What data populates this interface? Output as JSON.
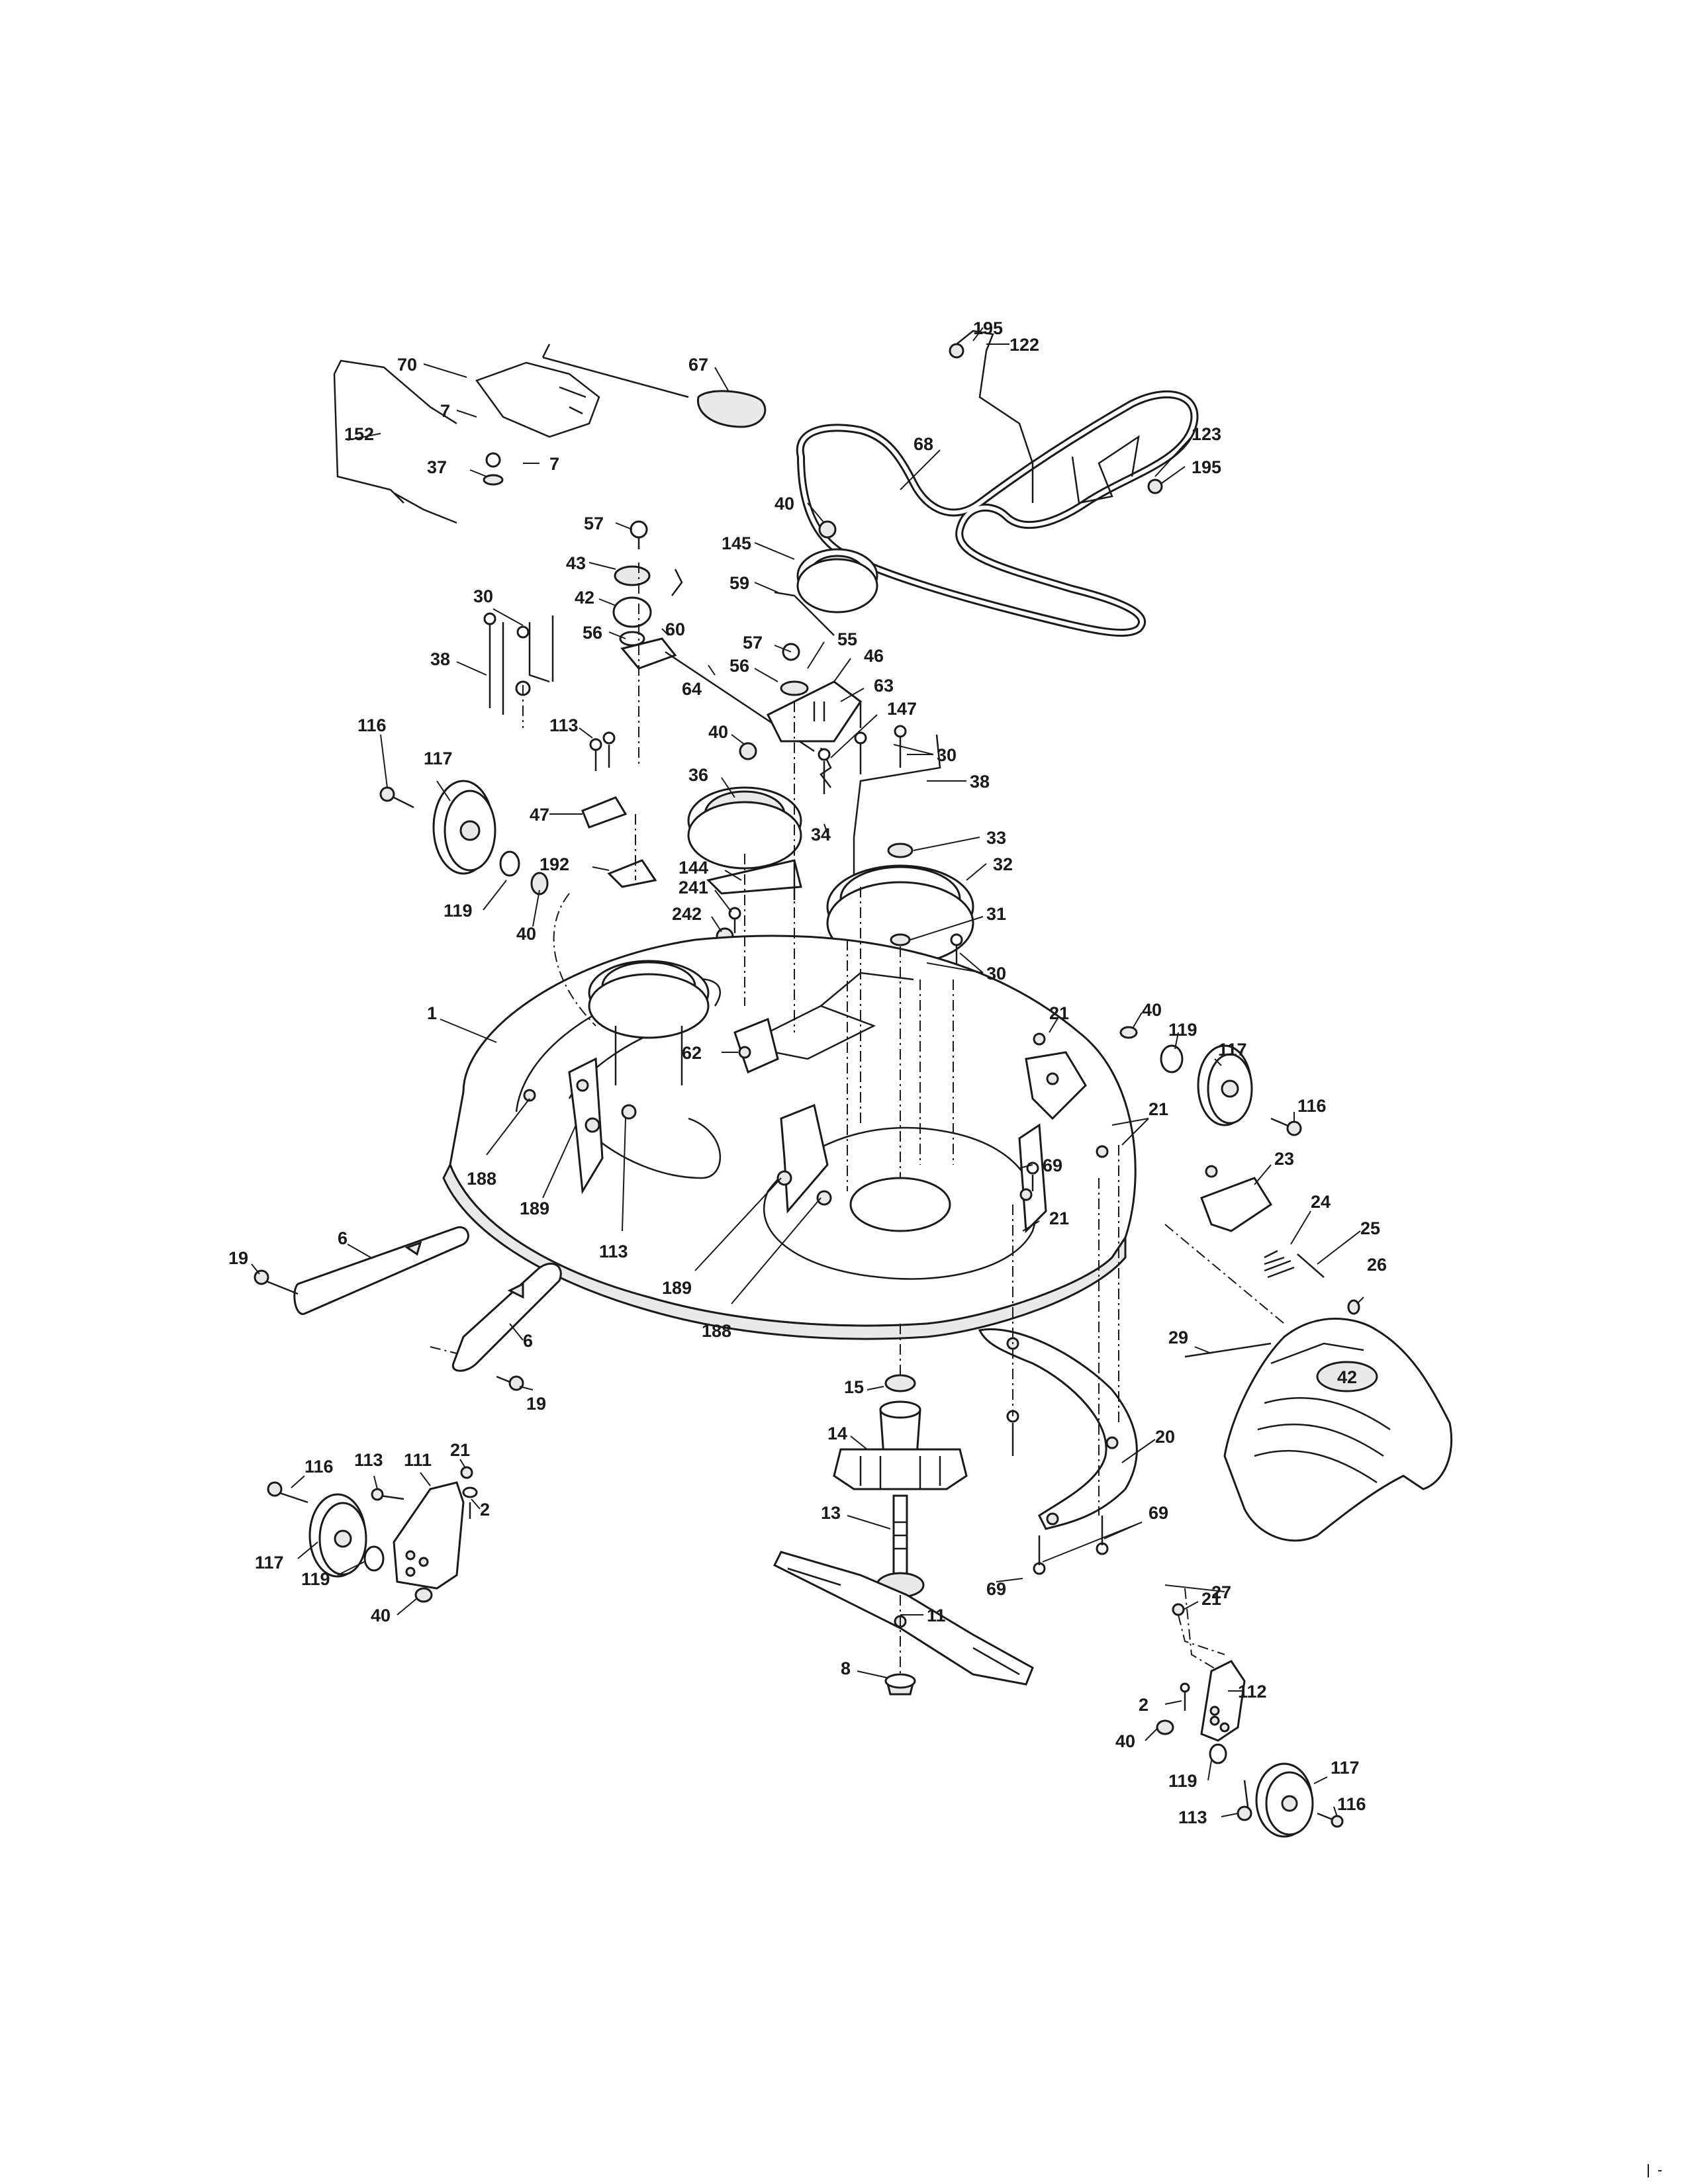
{
  "diagram": {
    "colors": {
      "ink": "#1a1a1a",
      "paper": "#ffffff",
      "shade": "#e9e9e9"
    },
    "decal_text": "42",
    "callouts": [
      "195",
      "122",
      "70",
      "67",
      "7",
      "7",
      "152",
      "37",
      "68",
      "123",
      "195",
      "40",
      "57",
      "145",
      "43",
      "59",
      "42",
      "60",
      "30",
      "56",
      "57",
      "55",
      "46",
      "38",
      "56",
      "64",
      "63",
      "147",
      "116",
      "40",
      "113",
      "30",
      "117",
      "36",
      "38",
      "47",
      "34",
      "33",
      "192",
      "144",
      "32",
      "241",
      "119",
      "40",
      "242",
      "31",
      "30",
      "1",
      "62",
      "21",
      "40",
      "119",
      "117",
      "188",
      "69",
      "21",
      "116",
      "189",
      "113",
      "23",
      "21",
      "24",
      "6",
      "25",
      "19",
      "189",
      "188",
      "26",
      "6",
      "29",
      "19",
      "15",
      "14",
      "20",
      "13",
      "116",
      "113",
      "111",
      "21",
      "2",
      "69",
      "117",
      "27",
      "119",
      "40",
      "69",
      "11",
      "21",
      "8",
      "112",
      "2",
      "40",
      "119",
      "117",
      "113",
      "116"
    ]
  }
}
